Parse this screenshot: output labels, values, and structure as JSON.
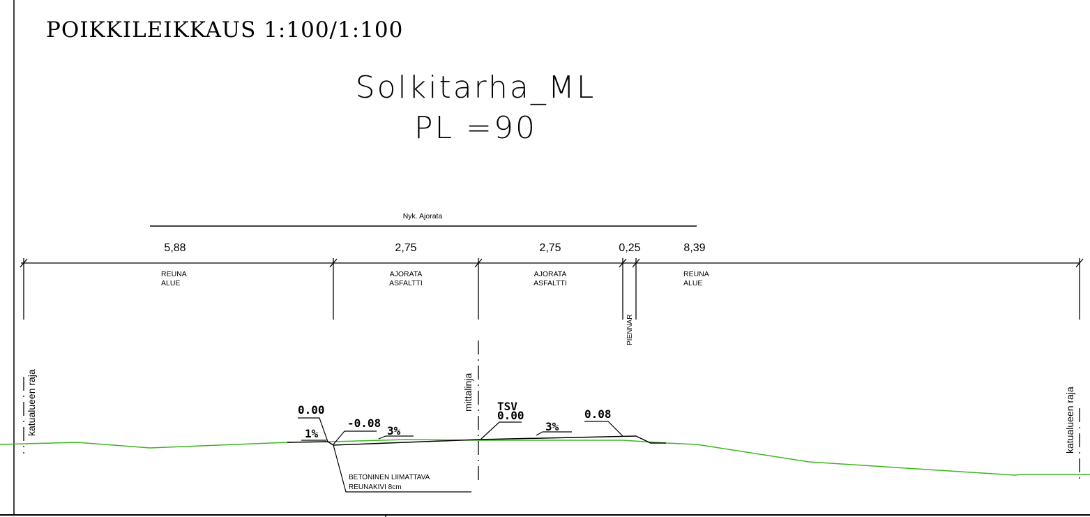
{
  "header": {
    "section_title": "POIKKILEIKKAUS 1:100/1:100",
    "street_name": "Solkitarha_ML",
    "station": "PL =90"
  },
  "existing_road": {
    "label": "Nyk. Ajorata"
  },
  "dimensions": [
    {
      "value": "5,88",
      "label1": "REUNA",
      "label2": "ALUE"
    },
    {
      "value": "2,75",
      "label1": "AJORATA",
      "label2": "ASFALTTI"
    },
    {
      "value": "2,75",
      "label1": "AJORATA",
      "label2": "ASFALTTI"
    },
    {
      "value": "0,25",
      "label1": "PIENNAR",
      "label2": ""
    },
    {
      "value": "8,39",
      "label1": "REUNA",
      "label2": "ALUE"
    }
  ],
  "annotations": {
    "left_boundary": "katualueen raja",
    "right_boundary": "katualueen raja",
    "centerline": "mittalinja",
    "tsv": "TSV",
    "elev_center": "0.00",
    "elev_left_edge": "0.00",
    "elev_left_curb": "-0.08",
    "elev_right": "0.08",
    "slope_left_edge": "1%",
    "slope_left_lane": "3%",
    "slope_right_lane": "3%",
    "curb_note_1": "BETONINEN LIIMATTAVA",
    "curb_note_2": "REUNAKIVI 8cm"
  },
  "colors": {
    "ground_line": "#3bb51f",
    "ink": "#000000"
  }
}
